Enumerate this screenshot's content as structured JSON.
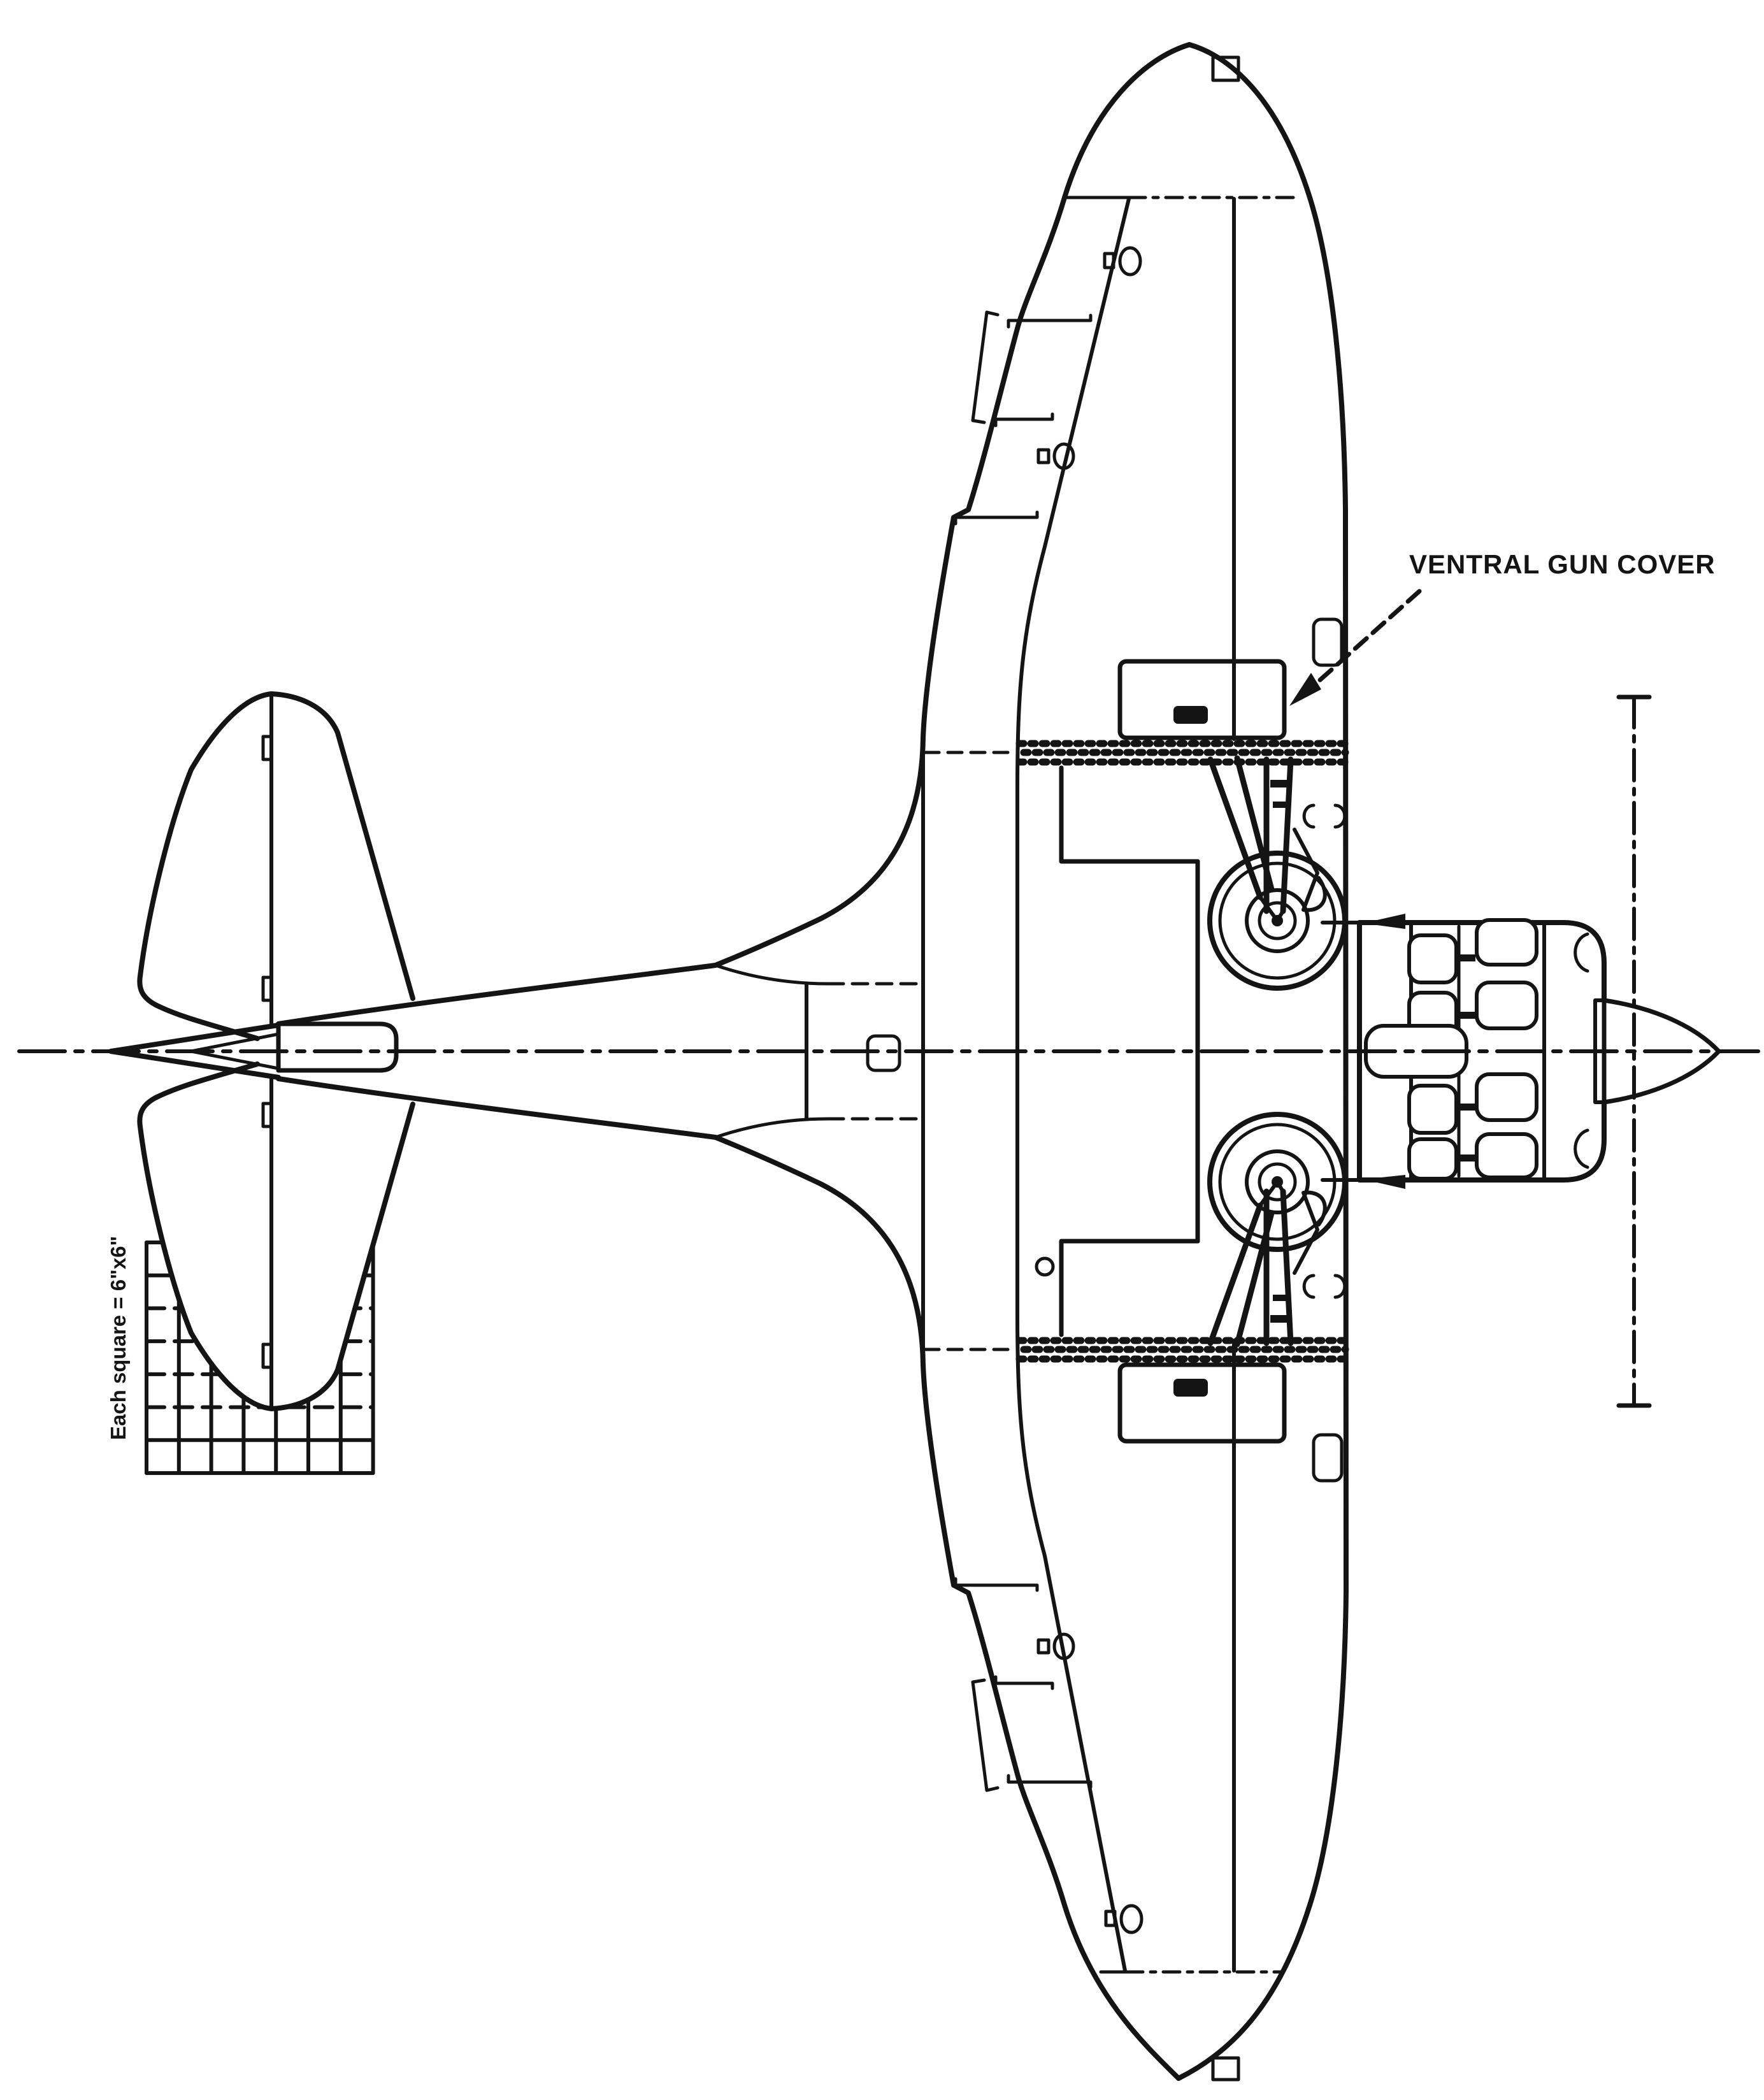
{
  "page": {
    "background": "#ffffff",
    "ink": "#141414",
    "description": "Aircraft bottom-view plan technical drawing, nose pointing right"
  },
  "labels": {
    "ventral_gun_cover": "VENTRAL GUN COVER",
    "grid_scale": "Each square = 6\"x6\""
  }
}
